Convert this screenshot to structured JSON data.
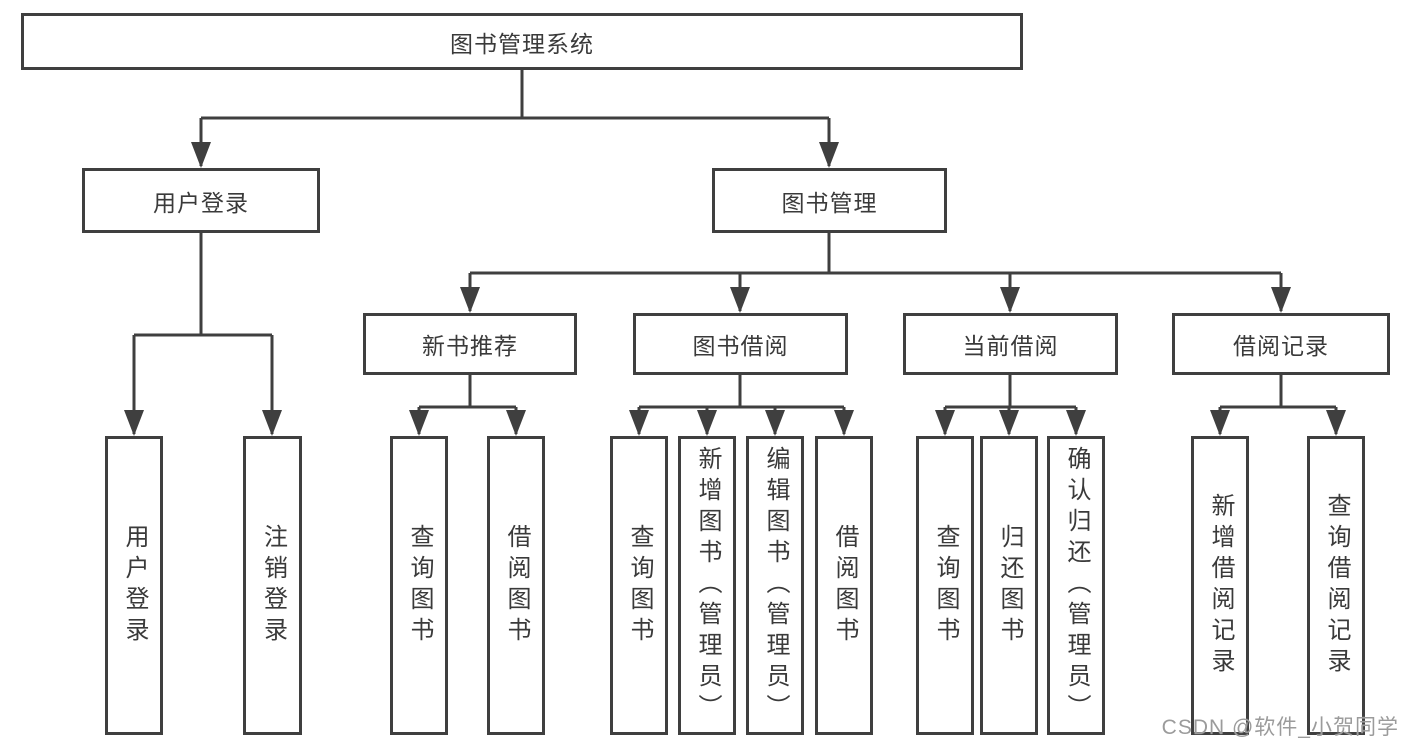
{
  "colors": {
    "background": "#ffffff",
    "line": "#3f3f3f",
    "text": "#3a3a3a",
    "watermark": "#9b9b9b"
  },
  "watermark": {
    "text": "CSDN @软件_小贺同学"
  },
  "tree": {
    "label": "图书管理系统",
    "children": [
      {
        "label": "用户登录",
        "children": [
          {
            "label": "用户登录"
          },
          {
            "label": "注销登录"
          }
        ]
      },
      {
        "label": "图书管理",
        "children": [
          {
            "label": "新书推荐",
            "children": [
              {
                "label": "查询图书"
              },
              {
                "label": "借阅图书"
              }
            ]
          },
          {
            "label": "图书借阅",
            "children": [
              {
                "label": "查询图书"
              },
              {
                "label": "新增图书（管理员）"
              },
              {
                "label": "编辑图书（管理员）"
              },
              {
                "label": "借阅图书"
              }
            ]
          },
          {
            "label": "当前借阅",
            "children": [
              {
                "label": "查询图书"
              },
              {
                "label": "归还图书"
              },
              {
                "label": "确认归还（管理员）"
              }
            ]
          },
          {
            "label": "借阅记录",
            "children": [
              {
                "label": "新增借阅记录"
              },
              {
                "label": "查询借阅记录"
              }
            ]
          }
        ]
      }
    ]
  }
}
